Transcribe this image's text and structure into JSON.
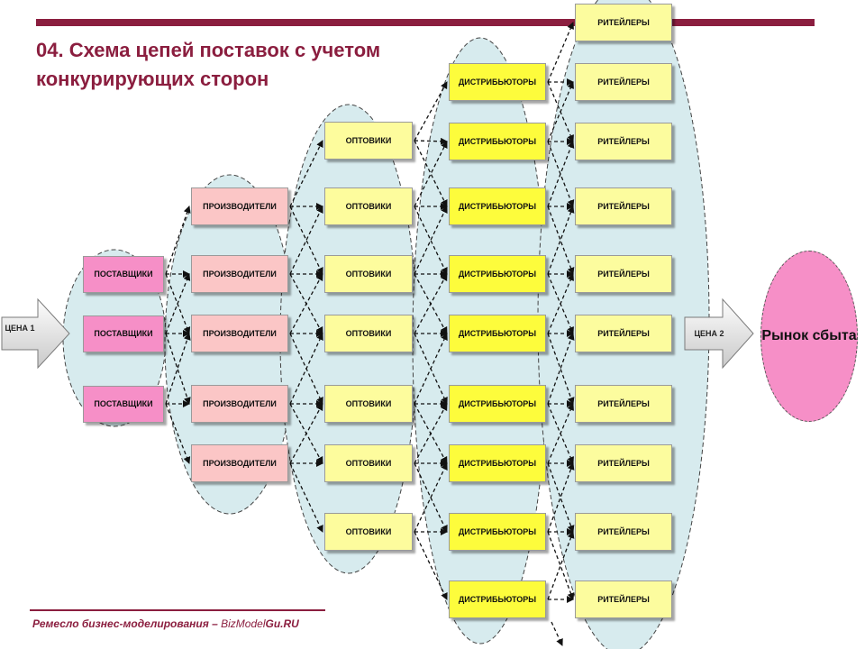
{
  "title": "04. Схема цепей поставок с учетом конкурирующих сторон",
  "footer": {
    "prefix": "Ремесло бизнес-моделирования – ",
    "brand": "BizModel",
    "brand_strong": "Gu.RU"
  },
  "price_left": "ЦЕНА 1",
  "price_right": "ЦЕНА 2",
  "market": "Рынок сбыта",
  "labels": {
    "supplier": "ПОСТАВЩИКИ",
    "producer": "ПРОИЗВОДИТЕЛИ",
    "wholesaler": "ОПТОВИКИ",
    "distributor": "ДИСТРИБЬЮТОРЫ",
    "retailer": "РИТЕЙЛЕРЫ"
  },
  "colors": {
    "accent": "#8b1e3f",
    "supplier": "#f68fc7",
    "producer": "#fbc6c6",
    "wholesaler": "#fdfc9d",
    "distributor": "#fdfc3c",
    "retailer": "#fcfc9e",
    "group_fill": "#d7ebee",
    "market": "#f68fc7"
  }
}
